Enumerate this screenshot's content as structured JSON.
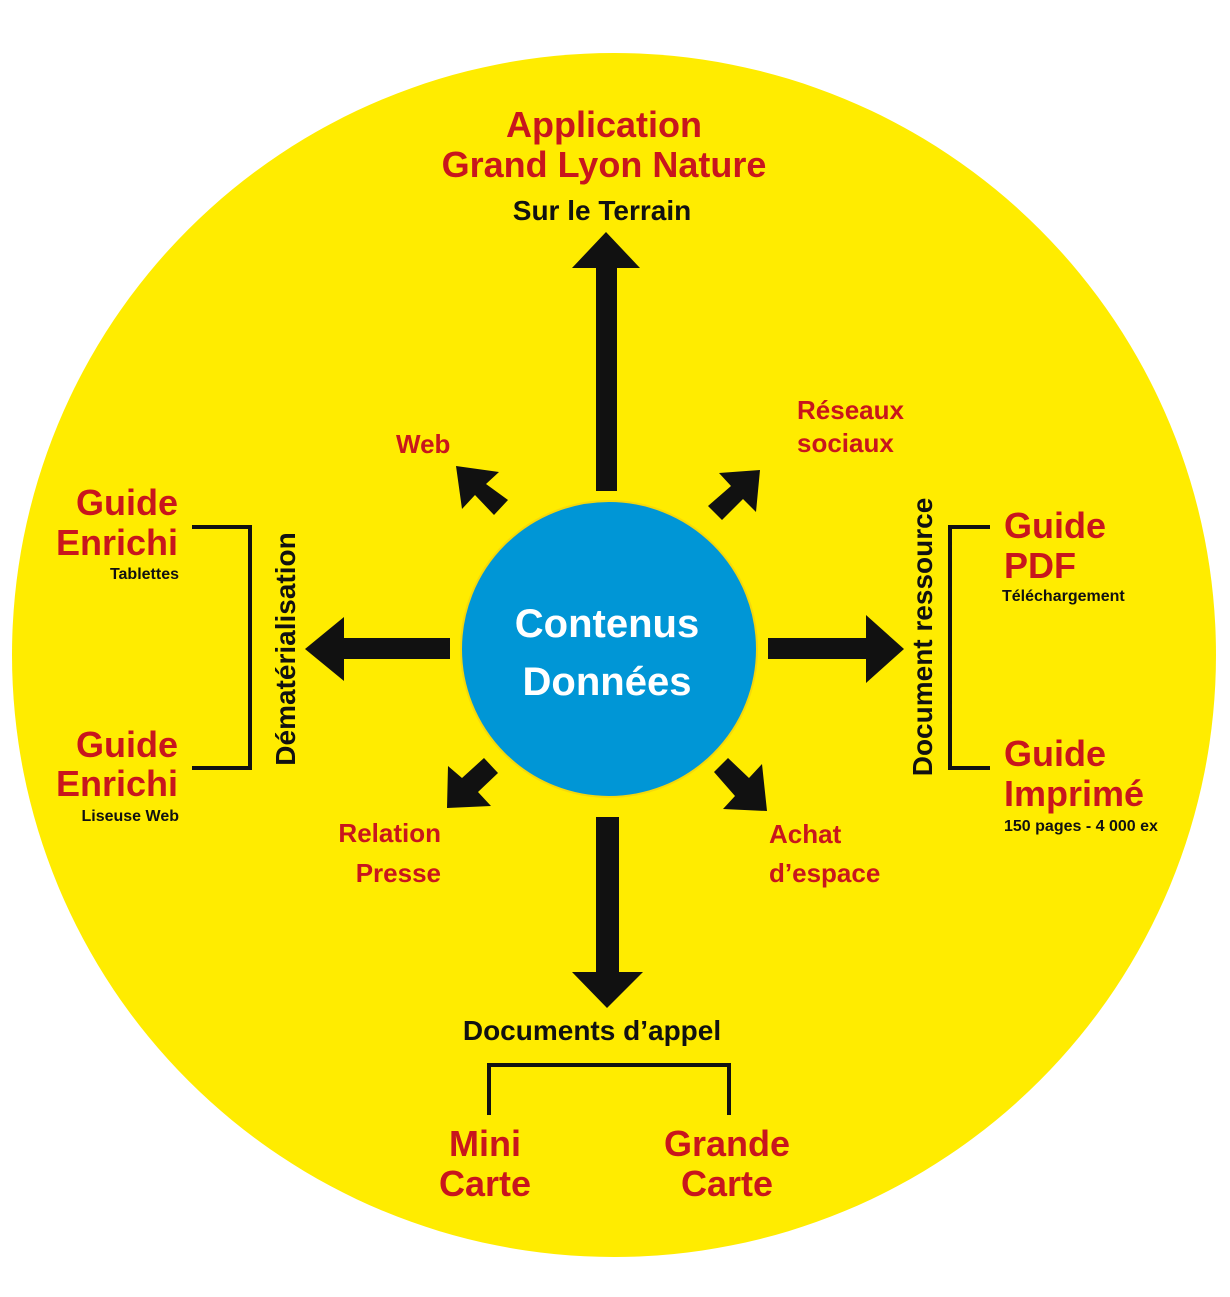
{
  "colors": {
    "background_circle": "#ffec00",
    "center_circle": "#0096d6",
    "accent_red": "#c8161d",
    "ink": "#111111"
  },
  "center": {
    "line1": "Contenus",
    "line2": "Données"
  },
  "top": {
    "title1": "Application",
    "title2": "Grand Lyon Nature",
    "subtitle": "Sur le Terrain"
  },
  "diagonals": {
    "web": "Web",
    "reseaux1": "Réseaux",
    "reseaux2": "sociaux",
    "relation1": "Relation",
    "relation2": "Presse",
    "achat1": "Achat",
    "achat2": "d’espace"
  },
  "left": {
    "group_label": "Dématérialisation",
    "item1_line1": "Guide",
    "item1_line2": "Enrichi",
    "item1_sub": "Tablettes",
    "item2_line1": "Guide",
    "item2_line2": "Enrichi",
    "item2_sub": "Liseuse Web"
  },
  "right": {
    "group_label": "Document ressource",
    "item1_line1": "Guide",
    "item1_line2": "PDF",
    "item1_sub": "Téléchargement",
    "item2_line1": "Guide",
    "item2_line2": "Imprimé",
    "item2_sub": "150 pages - 4 000 ex"
  },
  "bottom": {
    "group_label": "Documents d’appel",
    "item1_line1": "Mini",
    "item1_line2": "Carte",
    "item2_line1": "Grande",
    "item2_line2": "Carte"
  }
}
